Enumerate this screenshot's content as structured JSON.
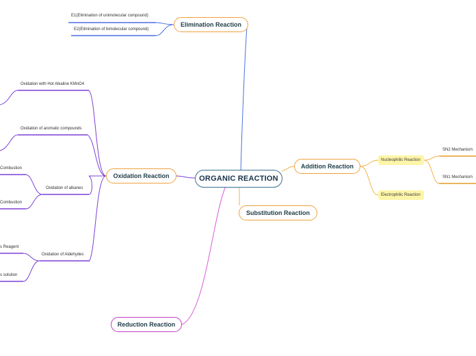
{
  "central": "ORGANIC REACTION",
  "main_topics": {
    "elimination": "Elimination Reaction",
    "oxidation": "Oxidation Reaction",
    "addition": "Addition Reaction",
    "substitution": "Substitution Reaction",
    "reduction": "Reduction Reaction"
  },
  "elimination_items": {
    "e1": "E1(Elimination of unimolecular compound)",
    "e2": "E2(Elimination of bimolecular compound)"
  },
  "oxidation_items": {
    "kmno4": "Oxidation with Hot Alkaline KMnO4",
    "aromatic": "Oxidation of aromatic compounds",
    "alkanes": "Oxidation of alkanes",
    "aldehydes": "Oxidation of Aldehydes"
  },
  "oxidation_sub": {
    "combustion_1": "Combustion",
    "combustion_2": "Combustion",
    "reagent": "s Reagent",
    "solution": "s solution"
  },
  "addition_items": {
    "nucleophilic": "Nucleophilic Reaction",
    "electrophilic": "Electrophilic Reaction"
  },
  "addition_sub": {
    "sn2": "SN2 Mechanism",
    "sn1": "SN1 Mechanism"
  },
  "colors": {
    "central_border": "#3a6f93",
    "topic_border": "#f0a13c",
    "reduction_border": "#c13cc4",
    "elimination_branch": "#4a6fe0",
    "oxidation_branch": "#7b3fd6",
    "addition_branch": "#f2b24a",
    "reduction_branch": "#d85bd8",
    "note_fill": "#fdf5a8"
  }
}
